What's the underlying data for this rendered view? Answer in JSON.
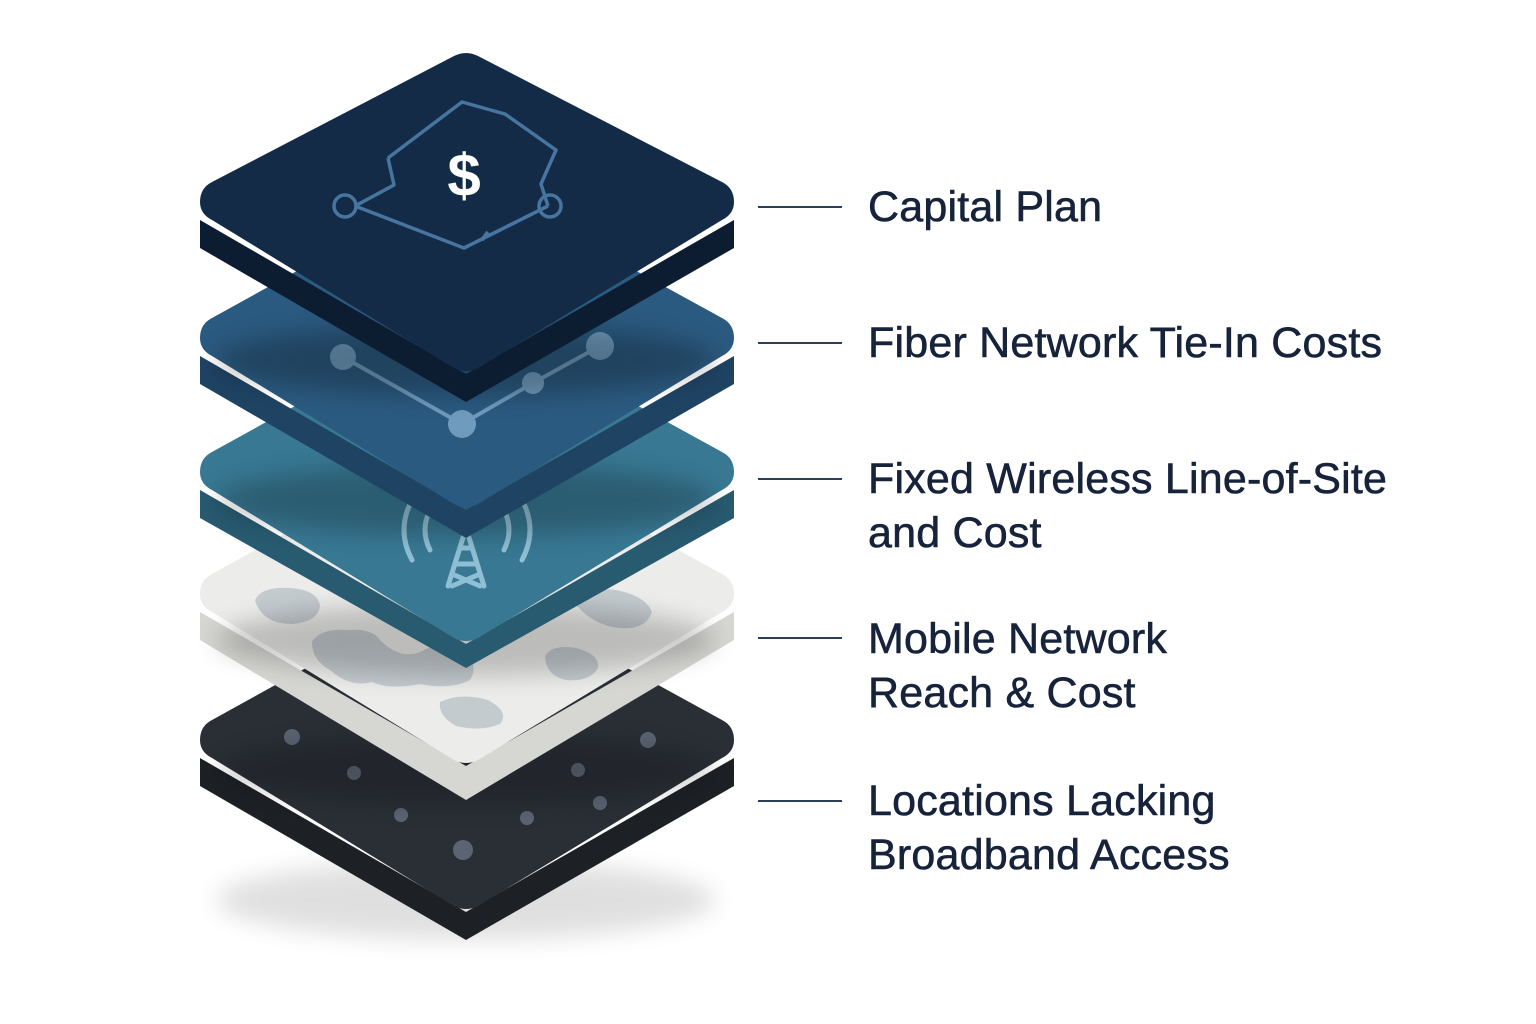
{
  "layers": [
    {
      "id": "capital-plan",
      "lines": [
        "Capital Plan"
      ],
      "icon": "dollar-network-icon",
      "top_color": "#142b47",
      "side_color": "#0d1d31"
    },
    {
      "id": "fiber-network",
      "lines": [
        "Fiber Network Tie-In Costs"
      ],
      "icon": "fiber-nodes-icon",
      "top_color": "#2b5a80",
      "side_color": "#1f4363"
    },
    {
      "id": "fixed-wireless",
      "lines": [
        "Fixed Wireless Line-of-Site",
        "and Cost"
      ],
      "icon": "radio-tower-icon",
      "top_color": "#387893",
      "side_color": "#285a70"
    },
    {
      "id": "mobile-network",
      "lines": [
        "Mobile Network",
        "Reach & Cost"
      ],
      "icon": "coverage-map-icon",
      "top_color": "#ececea",
      "side_color": "#d6d6d3"
    },
    {
      "id": "locations",
      "lines": [
        "Locations Lacking",
        "Broadband Access"
      ],
      "icon": "location-dots-icon",
      "top_color": "#2a2f36",
      "side_color": "#1d2126"
    }
  ],
  "colors": {
    "label_text": "#16233a",
    "connector": "#2c3e5a"
  }
}
